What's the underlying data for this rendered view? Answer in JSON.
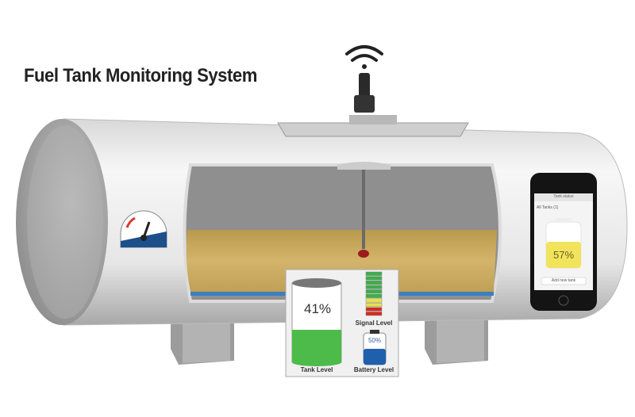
{
  "title": "Fuel Tank Monitoring System",
  "panel": {
    "tank_level_value": "41%",
    "tank_level_fraction": 0.41,
    "tank_level_label": "Tank Level",
    "signal_level_label": "Signal Level",
    "signal_segments": [
      "#3cae4a",
      "#3cae4a",
      "#3cae4a",
      "#3cae4a",
      "#3cae4a",
      "#3cae4a",
      "#e8e24a",
      "#e8e24a",
      "#d42a20",
      "#d42a20"
    ],
    "battery_value": "50%",
    "battery_fraction": 0.5,
    "battery_label": "Battery Level"
  },
  "phone": {
    "level_value": "57%",
    "level_fraction": 0.57,
    "header_text": "Tank status",
    "item_text": "All Tanks (1)",
    "button_text": "Add new tank"
  },
  "colors": {
    "fuel": "#c9a95a",
    "tank_green": "#4cbb4a",
    "battery_blue": "#1f5fae",
    "phone_yellow": "#f2e35c"
  }
}
